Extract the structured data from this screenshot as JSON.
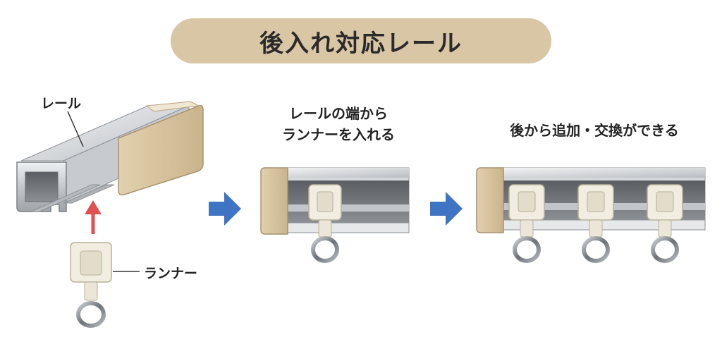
{
  "title": "後入れ対応レール",
  "labels": {
    "rail": "レール",
    "runner": "ランナー"
  },
  "steps": [
    {
      "caption_line1": "レールの端から",
      "caption_line2": "ランナーを入れる"
    },
    {
      "caption": "後から追加・交換ができる"
    }
  ],
  "colors": {
    "title_bg": "#d9c6a5",
    "end_cap": "#d6c29c",
    "arrow_blue": "#3f74c4",
    "arrow_red": "#e05050",
    "rail_silver": "#c9ccd0"
  }
}
